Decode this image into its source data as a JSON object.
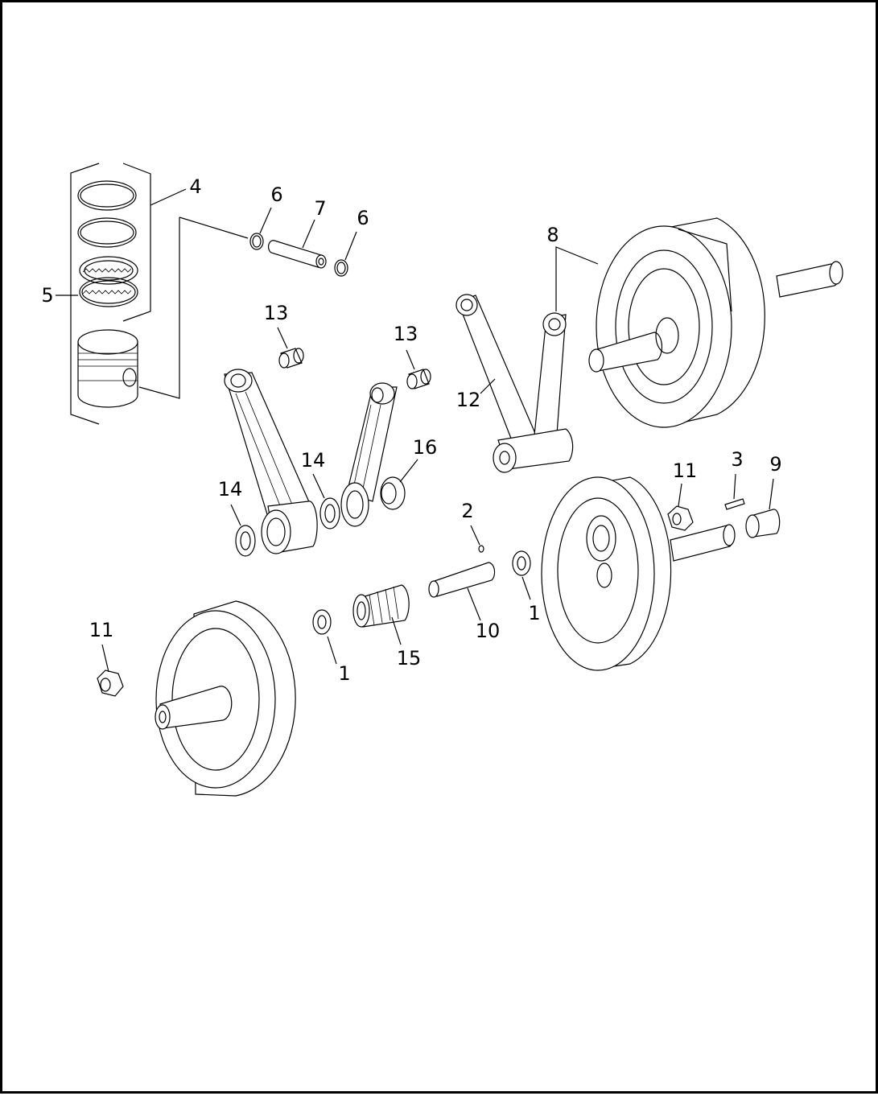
{
  "callouts": {
    "c1a": "1",
    "c1b": "1",
    "c2": "2",
    "c3": "3",
    "c4": "4",
    "c5": "5",
    "c6a": "6",
    "c6b": "6",
    "c7": "7",
    "c8": "8",
    "c9": "9",
    "c10": "10",
    "c11a": "11",
    "c11b": "11",
    "c12": "12",
    "c13a": "13",
    "c13b": "13",
    "c14a": "14",
    "c14b": "14",
    "c15": "15",
    "c16": "16"
  },
  "colors": {
    "ink": "#000000",
    "paper": "#ffffff"
  }
}
